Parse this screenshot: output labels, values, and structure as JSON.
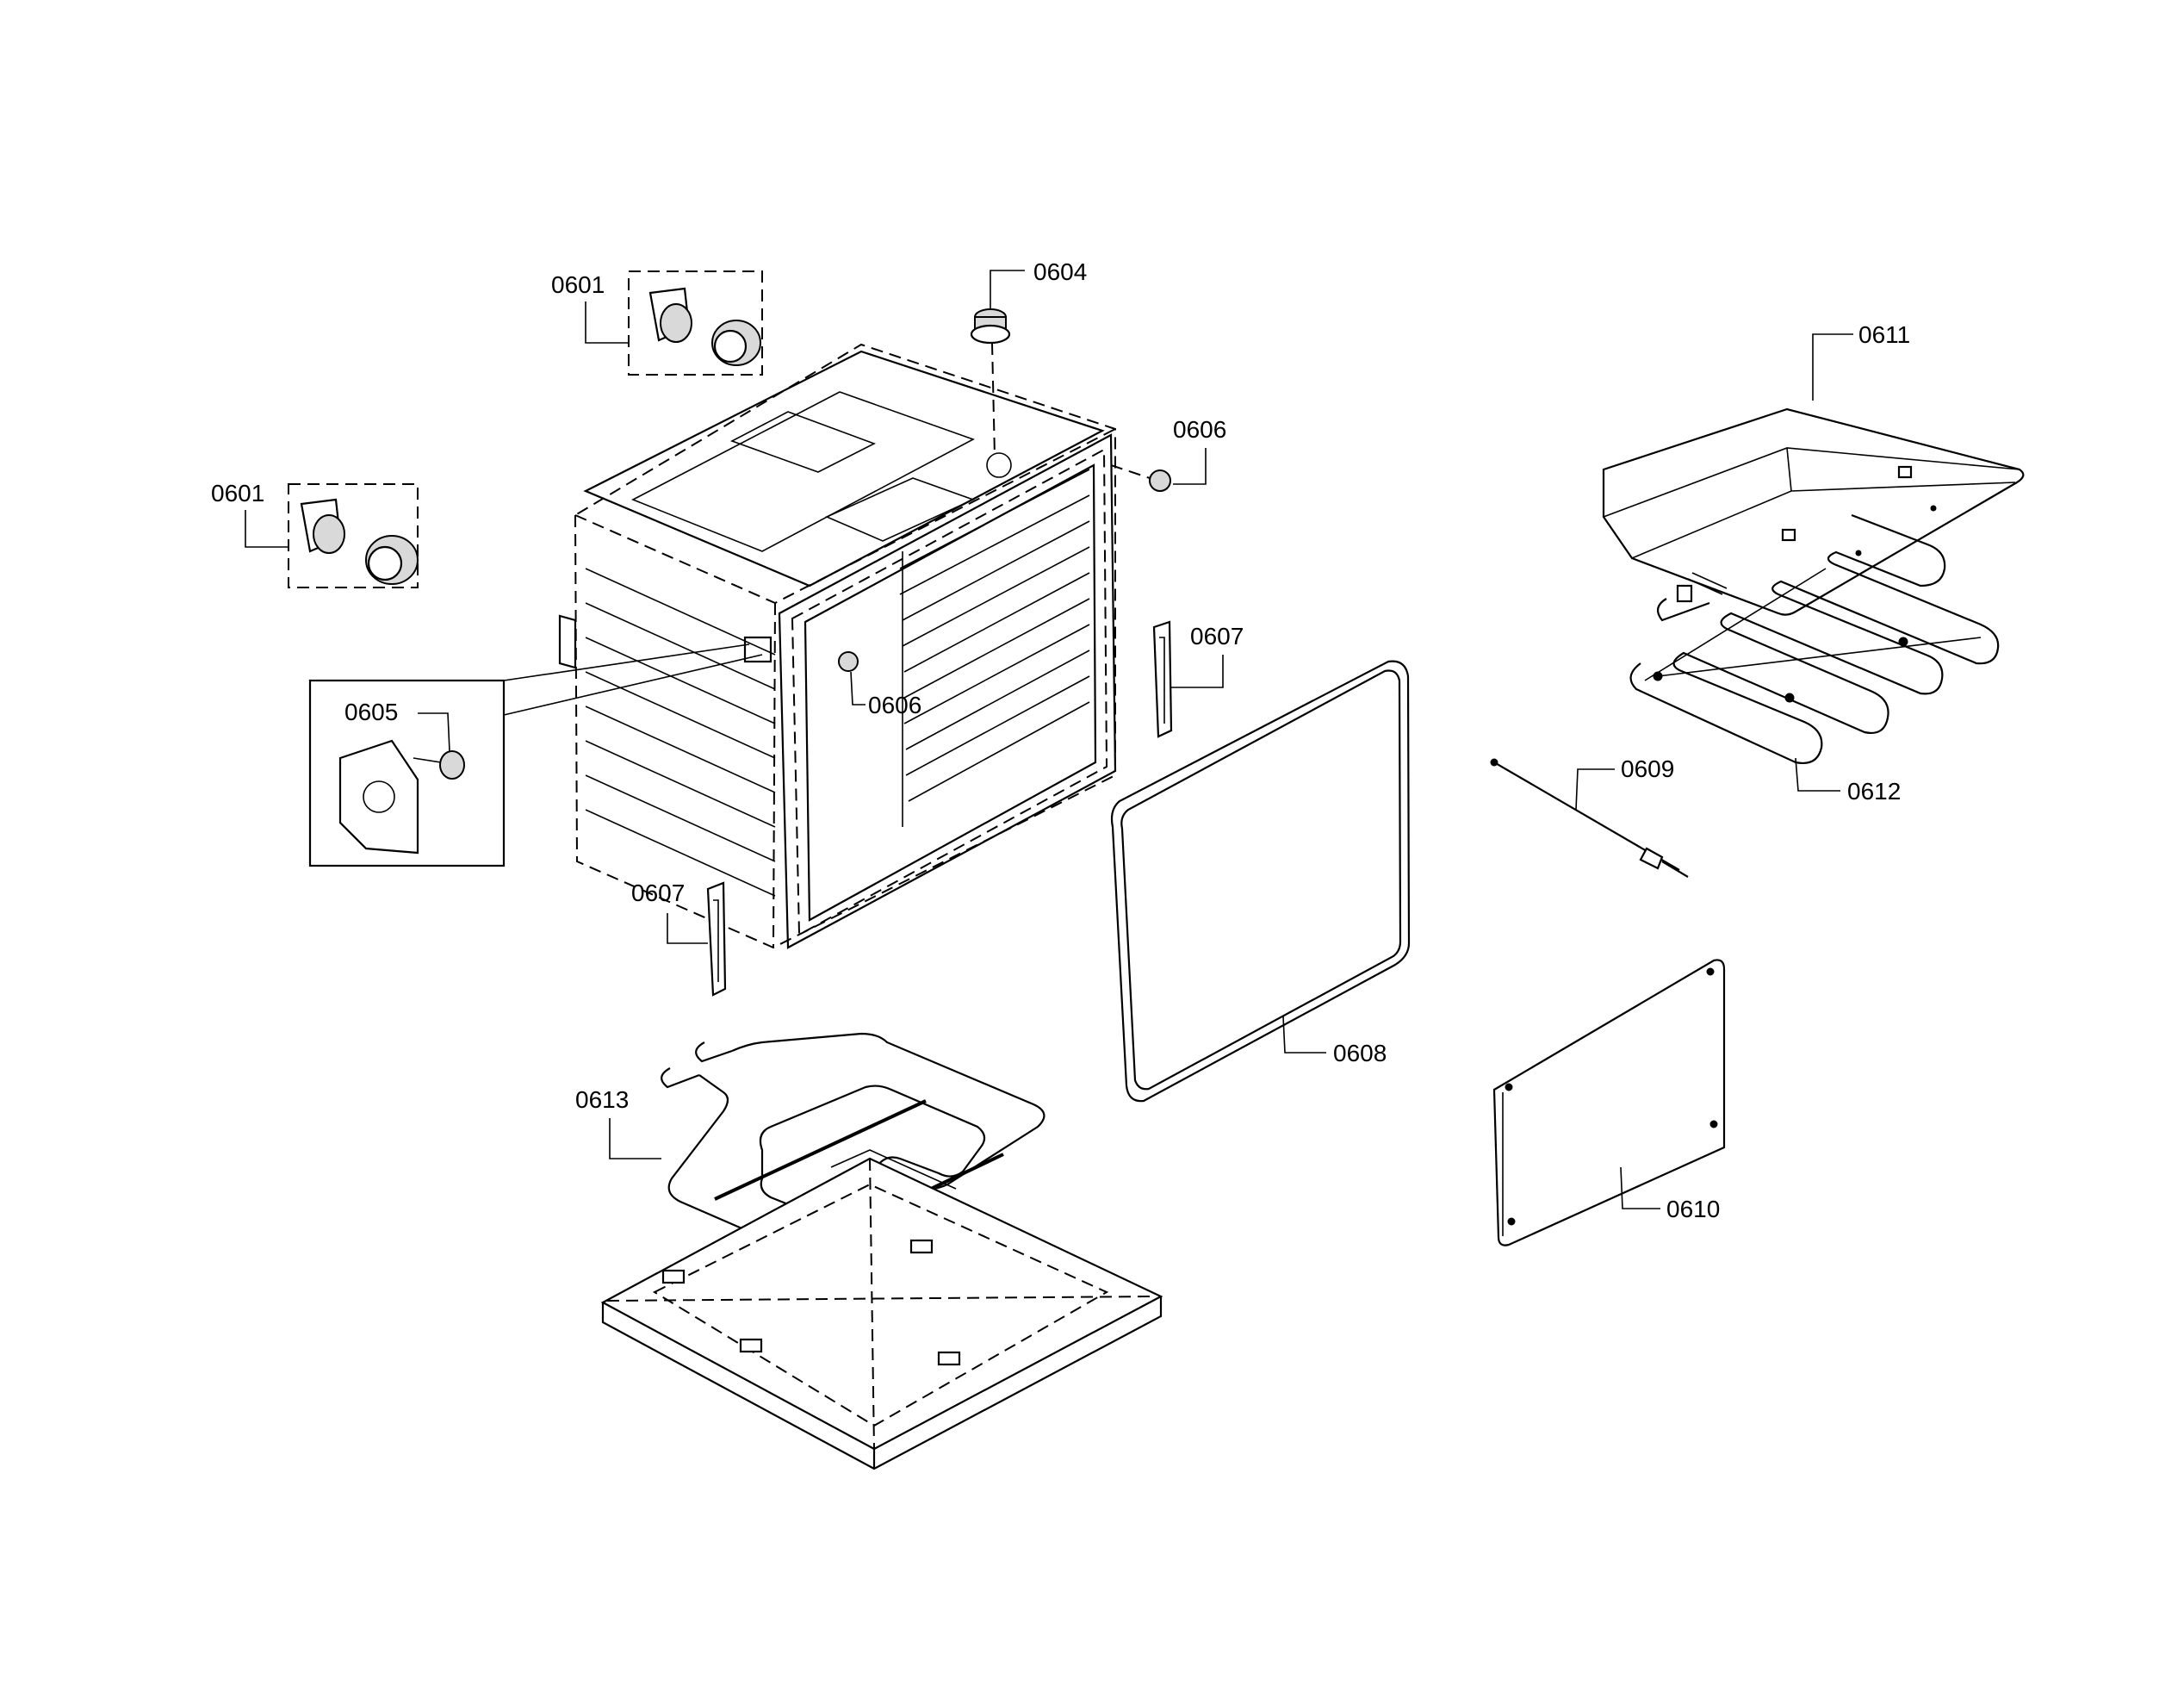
{
  "callouts": {
    "c0601a": "0601",
    "c0601b": "0601",
    "c0604": "0604",
    "c0605": "0605",
    "c0606a": "0606",
    "c0606b": "0606",
    "c0607a": "0607",
    "c0607b": "0607",
    "c0608": "0608",
    "c0609": "0609",
    "c0610": "0610",
    "c0611": "0611",
    "c0612": "0612",
    "c0613": "0613"
  }
}
